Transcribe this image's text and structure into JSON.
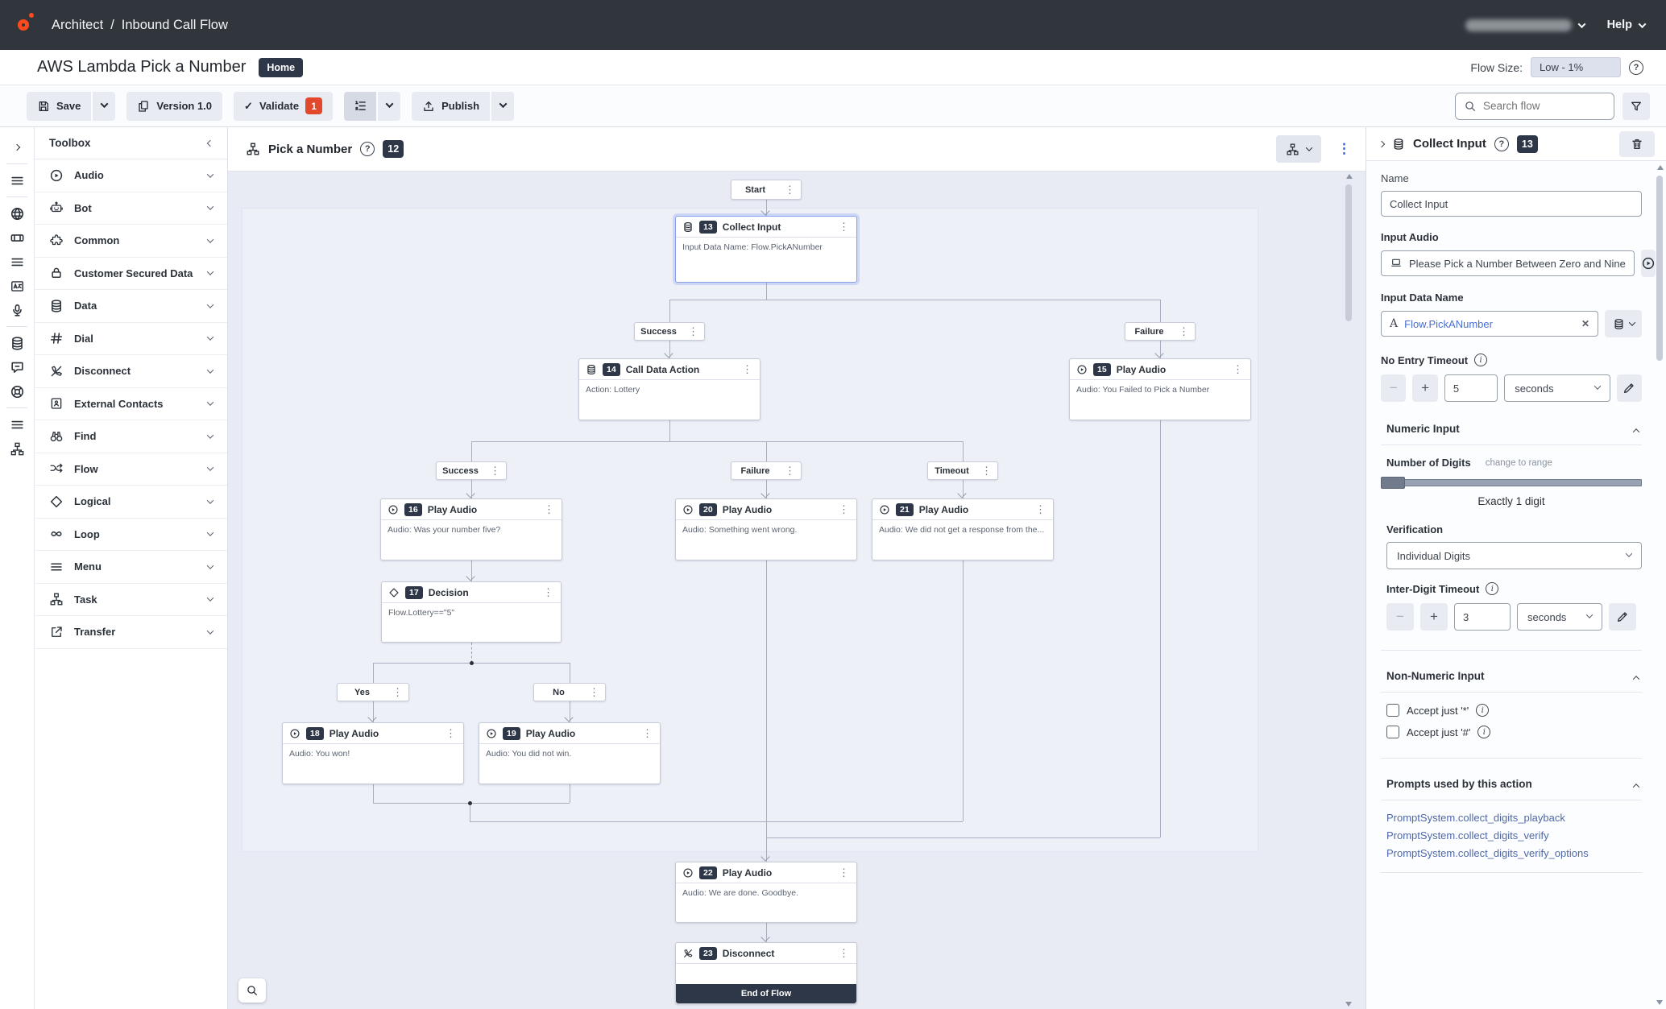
{
  "topbar": {
    "app": "Architect",
    "separator": "/",
    "page": "Inbound Call Flow",
    "help_label": "Help"
  },
  "titlebar": {
    "flow_title": "AWS Lambda Pick a Number",
    "home_badge": "Home",
    "flow_size_label": "Flow Size:",
    "flow_size_value": "Low - 1%"
  },
  "toolbar": {
    "save_label": "Save",
    "version_label": "Version 1.0",
    "validate_label": "Validate",
    "validate_count": "1",
    "publish_label": "Publish",
    "search_placeholder": "Search flow"
  },
  "icons": {
    "kebab": "⋮",
    "check": "✓",
    "minus": "−",
    "plus": "+",
    "question": "?",
    "info": "i",
    "clear": "✕"
  },
  "toolbox": {
    "title": "Toolbox",
    "items": [
      {
        "label": "Audio",
        "icon": "play-circle"
      },
      {
        "label": "Bot",
        "icon": "robot"
      },
      {
        "label": "Common",
        "icon": "puzzle"
      },
      {
        "label": "Customer Secured Data",
        "icon": "lock"
      },
      {
        "label": "Data",
        "icon": "database"
      },
      {
        "label": "Dial",
        "icon": "hash"
      },
      {
        "label": "Disconnect",
        "icon": "phone-slash"
      },
      {
        "label": "External Contacts",
        "icon": "contact-book"
      },
      {
        "label": "Find",
        "icon": "binoculars"
      },
      {
        "label": "Flow",
        "icon": "shuffle"
      },
      {
        "label": "Logical",
        "icon": "diamond"
      },
      {
        "label": "Loop",
        "icon": "infinity"
      },
      {
        "label": "Menu",
        "icon": "menu-lines"
      },
      {
        "label": "Task",
        "icon": "org-chart"
      },
      {
        "label": "Transfer",
        "icon": "external-link"
      }
    ]
  },
  "canvas": {
    "task_title": "Pick a Number",
    "task_count": "12",
    "nodes": {
      "start": {
        "label": "Start"
      },
      "collect": {
        "num": "13",
        "title": "Collect Input",
        "body": "Input Data Name: Flow.PickANumber"
      },
      "success1": {
        "label": "Success"
      },
      "failure1": {
        "label": "Failure"
      },
      "calldata": {
        "num": "14",
        "title": "Call Data Action",
        "body": "Action: Lottery"
      },
      "pa15": {
        "num": "15",
        "title": "Play Audio",
        "body": "Audio: You Failed to Pick a Number"
      },
      "success2": {
        "label": "Success"
      },
      "failure2": {
        "label": "Failure"
      },
      "timeout": {
        "label": "Timeout"
      },
      "pa16": {
        "num": "16",
        "title": "Play Audio",
        "body": "Audio: Was your number five?"
      },
      "pa20": {
        "num": "20",
        "title": "Play Audio",
        "body": "Audio: Something went wrong."
      },
      "pa21": {
        "num": "21",
        "title": "Play Audio",
        "body": "Audio: We did not get a response from the..."
      },
      "decision": {
        "num": "17",
        "title": "Decision",
        "body": "Flow.Lottery==\"5\""
      },
      "yes": {
        "label": "Yes"
      },
      "no": {
        "label": "No"
      },
      "pa18": {
        "num": "18",
        "title": "Play Audio",
        "body": "Audio: You won!"
      },
      "pa19": {
        "num": "19",
        "title": "Play Audio",
        "body": "Audio: You did not win."
      },
      "pa22": {
        "num": "22",
        "title": "Play Audio",
        "body": "Audio: We are done. Goodbye."
      },
      "disconnect": {
        "num": "23",
        "title": "Disconnect",
        "footer": "End of Flow"
      }
    }
  },
  "panel": {
    "title": "Collect Input",
    "badge": "13",
    "name_label": "Name",
    "name_value": "Collect Input",
    "input_audio_label": "Input Audio",
    "input_audio_value": "Please Pick a Number Between Zero and Nine",
    "input_data_name_label": "Input Data Name",
    "input_data_name_value": "Flow.PickANumber",
    "no_entry_timeout_label": "No Entry Timeout",
    "no_entry_timeout_value": "5",
    "no_entry_timeout_unit": "seconds",
    "numeric_section": "Numeric Input",
    "digits_label": "Number of Digits",
    "digits_change_link": "change to range",
    "digits_value_text": "Exactly 1 digit",
    "verification_label": "Verification",
    "verification_value": "Individual Digits",
    "inter_digit_label": "Inter-Digit Timeout",
    "inter_digit_value": "3",
    "inter_digit_unit": "seconds",
    "non_numeric_section": "Non-Numeric Input",
    "accept_star": "Accept just '*'",
    "accept_hash": "Accept just '#'",
    "prompts_section": "Prompts used by this action",
    "prompts": [
      "PromptSystem.collect_digits_playback",
      "PromptSystem.collect_digits_verify",
      "PromptSystem.collect_digits_verify_options"
    ]
  },
  "colors": {
    "brand_orange": "#ff4a1e",
    "badge_dark": "#2d3748",
    "validate_red": "#e2492c",
    "link_blue": "#4f68a8",
    "selection_blue": "#88a2ec"
  }
}
